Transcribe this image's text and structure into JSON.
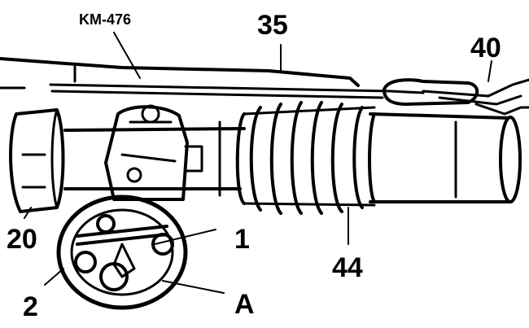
{
  "colors": {
    "ink": "#000000",
    "paper": "#ffffff"
  },
  "labels": {
    "tool": "KM-476",
    "n35": "35",
    "n40": "40",
    "n20": "20",
    "n1": "1",
    "n44": "44",
    "n2": "2",
    "a": "A"
  }
}
